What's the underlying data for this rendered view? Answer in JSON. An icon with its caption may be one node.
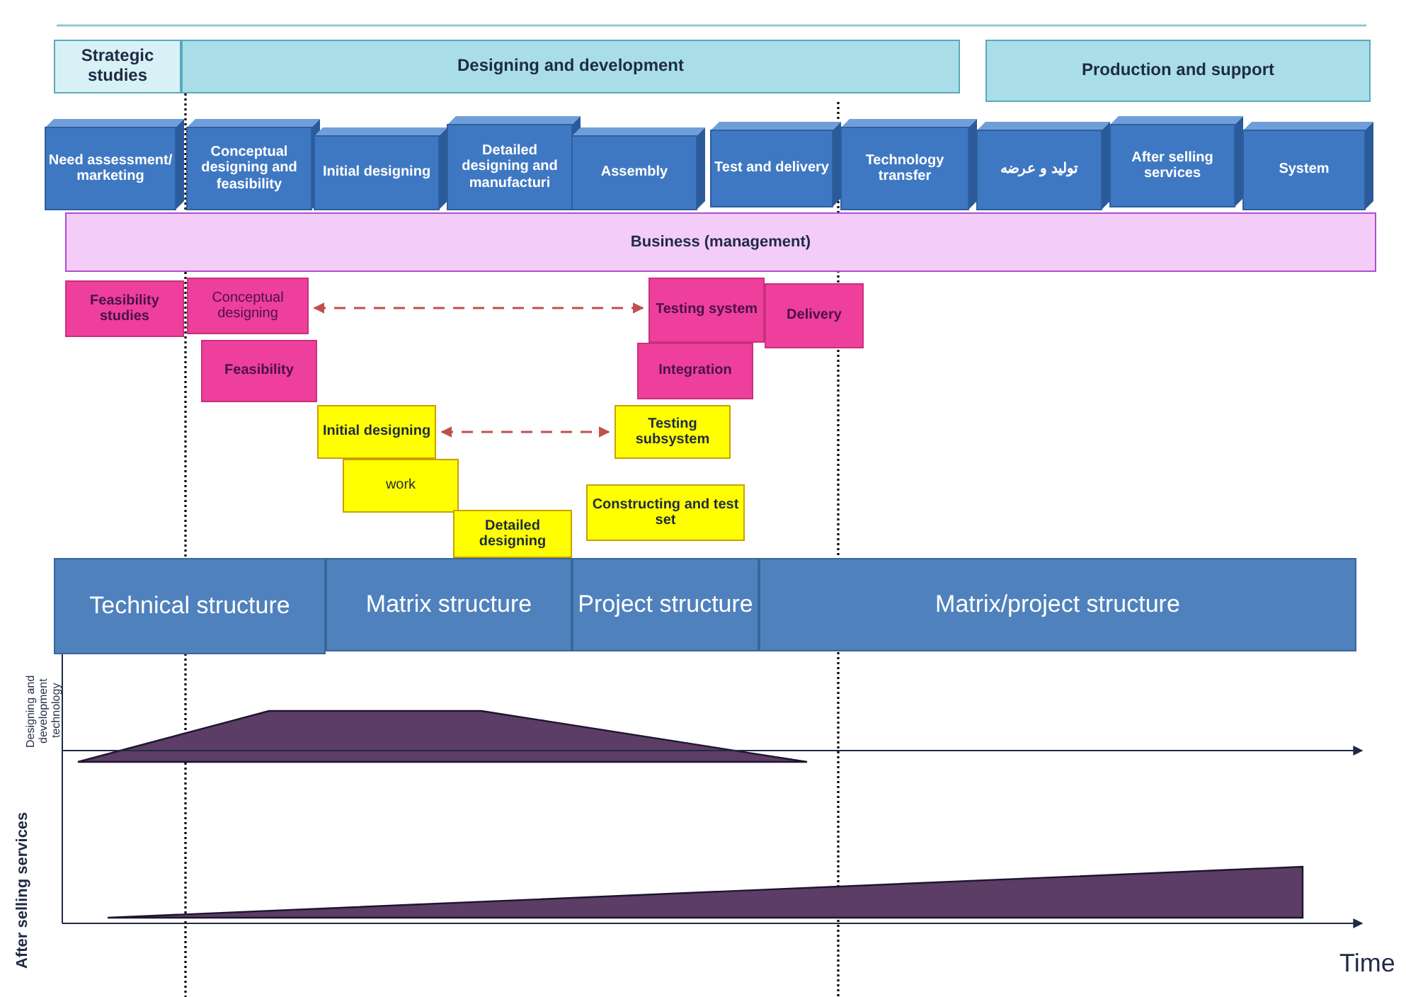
{
  "diagram": {
    "nodes": [
      {
        "text": [
          "Strategic studies"
        ]
      },
      {
        "text": [
          "Designing and development"
        ]
      },
      {
        "text": [
          "Production and support"
        ]
      },
      {
        "text": [
          "Need assessment/ marketing"
        ]
      },
      {
        "text": [
          "Conceptual designing and feasibility"
        ]
      },
      {
        "text": [
          "Initial designing"
        ]
      },
      {
        "text": [
          "Detailed designing and manufacturi"
        ]
      },
      {
        "text": [
          "Assembly"
        ]
      },
      {
        "text": [
          "Test and delivery"
        ]
      },
      {
        "text": [
          "Technology transfer"
        ]
      },
      {
        "text": [
          "تولید و عرضه"
        ]
      },
      {
        "text": [
          "After selling services"
        ]
      },
      {
        "text": [
          "System"
        ]
      },
      {
        "text": [
          "Business (management)"
        ]
      },
      {
        "text": [
          "Feasibility studies"
        ]
      },
      {
        "text": [
          "Conceptual designing"
        ]
      },
      {
        "text": [
          "Testing system"
        ]
      },
      {
        "text": [
          "Delivery"
        ]
      },
      {
        "text": [
          "Feasibility"
        ]
      },
      {
        "text": [
          "Integration"
        ]
      },
      {
        "text": [
          "Initial designing"
        ]
      },
      {
        "text": [
          "Testing subsystem"
        ]
      },
      {
        "text": [
          "work"
        ]
      },
      {
        "text": [
          "Constructing and test set"
        ]
      },
      {
        "text": [
          "Detailed designing"
        ]
      },
      {
        "text": [
          "Technical structure"
        ]
      },
      {
        "text": [
          "Matrix structure"
        ]
      },
      {
        "text": [
          "Project structure"
        ]
      },
      {
        "text": [
          "Matrix/project structure"
        ]
      }
    ],
    "edges": [
      {
        "from": 15,
        "to": 16,
        "arrow": "both",
        "style": "dashed",
        "color": "#c0504d"
      },
      {
        "from": 20,
        "to": 21,
        "arrow": "both",
        "style": "dashed",
        "color": "#c0504d"
      }
    ],
    "labels": [
      "Designing and development technology",
      "After selling services",
      "Time"
    ]
  }
}
